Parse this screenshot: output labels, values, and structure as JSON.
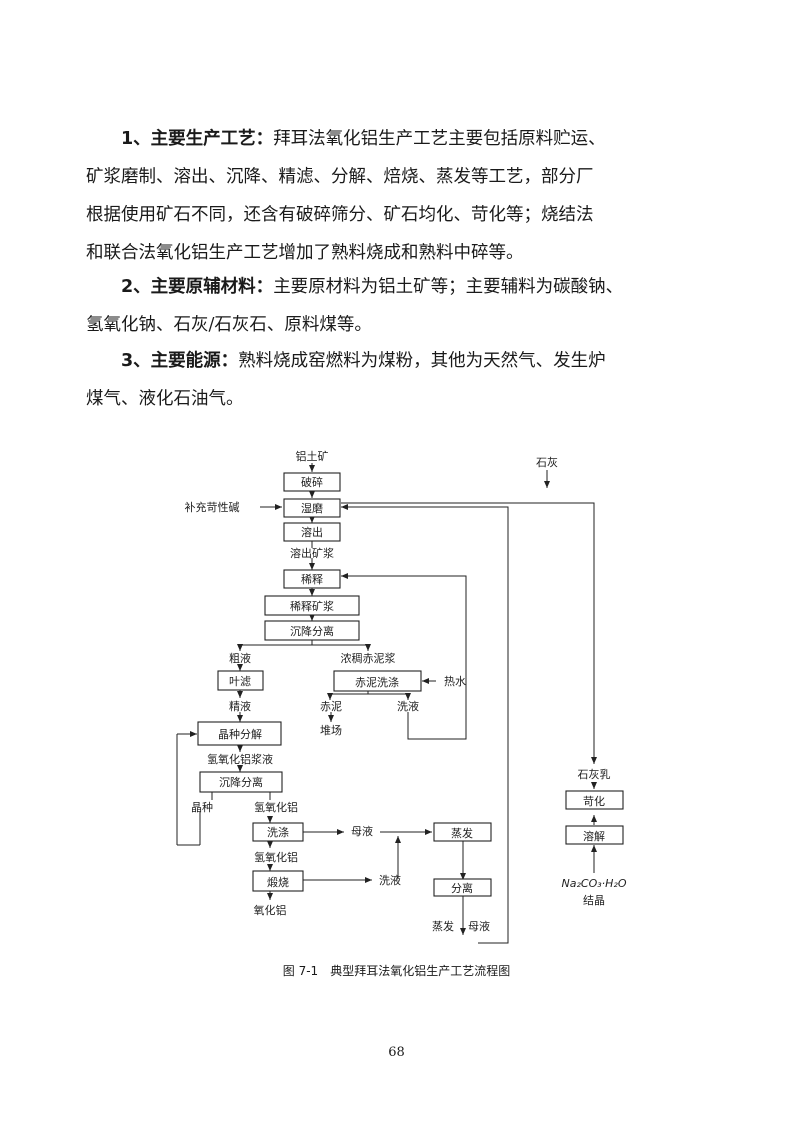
{
  "paragraphs": [
    {
      "heading": "1、主要生产工艺：",
      "lines": [
        "拜耳法氧化铝生产工艺主要包括原料贮运、",
        "矿浆磨制、溶出、沉降、精滤、分解、焙烧、蒸发等工艺，部分厂",
        "根据使用矿石不同，还含有破碎筛分、矿石均化、苛化等；烧结法",
        "和联合法氧化铝生产工艺增加了熟料烧成和熟料中碎等。"
      ]
    },
    {
      "heading": "2、主要原辅材料：",
      "lines": [
        "主要原材料为铝土矿等；主要辅料为碳酸钠、",
        "氢氧化钠、石灰/石灰石、原料煤等。"
      ]
    },
    {
      "heading": "3、主要能源：",
      "lines": [
        "熟料烧成窑燃料为煤粉，其他为天然气、发生炉",
        "煤气、液化石油气。"
      ]
    }
  ],
  "flow": {
    "bauxite": "铝土矿",
    "lime": "石灰",
    "crush": "破碎",
    "wet_grind": "湿磨",
    "make_up_caustic": "补充苛性碱",
    "digestion": "溶出",
    "digested_slurry": "溶出矿浆",
    "dilution": "稀释",
    "diluted_slurry": "稀释矿浆",
    "settling_sep": "沉降分离",
    "crude_liquor": "粗液",
    "thick_red_mud": "浓稠赤泥浆",
    "leaf_filter": "叶滤",
    "red_mud_wash": "赤泥洗涤",
    "hot_water": "热水",
    "red_mud": "赤泥",
    "wash_liquor_1": "洗液",
    "fine_liquor": "精液",
    "stacking_yard": "堆场",
    "seeded_precip": "晶种分解",
    "hydroxide_slurry": "氢氧化铝浆液",
    "settling_sep2": "沉降分离",
    "seed": "晶种",
    "hydroxide_1": "氢氧化铝",
    "washing": "洗涤",
    "mother_liquor_1": "母液",
    "evaporation": "蒸发",
    "hydroxide_2": "氢氧化铝",
    "calcination": "煅烧",
    "wash_liquor_2": "洗液",
    "separation": "分离",
    "alumina": "氧化铝",
    "evap_out": "蒸发",
    "mother_liquor_2": "母液",
    "lime_milk": "石灰乳",
    "causticization": "苛化",
    "dissolution": "溶解",
    "soda_crystal": "Na₂CO₃·H₂O",
    "crystal": "结晶"
  },
  "caption": "图 7-1　典型拜耳法氧化铝生产工艺流程图",
  "page_number": "68"
}
